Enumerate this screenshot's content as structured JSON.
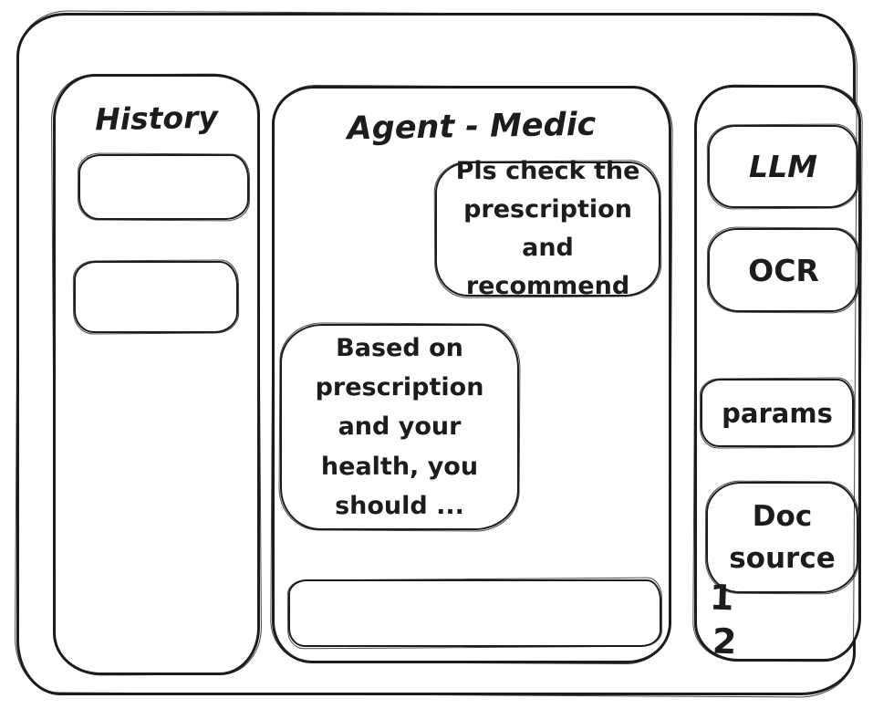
{
  "window": {
    "background": "#ffffff",
    "ink": "#1c1c1c"
  },
  "history_sidebar": {
    "title": "History",
    "items": [
      "",
      ""
    ]
  },
  "chat_panel": {
    "title": "Agent - Medic",
    "messages": [
      {
        "role": "user",
        "align": "right",
        "text": "Pls check the prescription and recommend"
      },
      {
        "role": "agent",
        "align": "left",
        "text": "Based on prescription and your health, you should ..."
      }
    ],
    "input": {
      "value": ""
    }
  },
  "tools_sidebar": {
    "buttons": [
      {
        "label": "LLM"
      },
      {
        "label": "OCR"
      },
      {
        "label": "params"
      },
      {
        "label": "Doc source"
      }
    ],
    "footnotes": [
      "1",
      "2"
    ]
  }
}
